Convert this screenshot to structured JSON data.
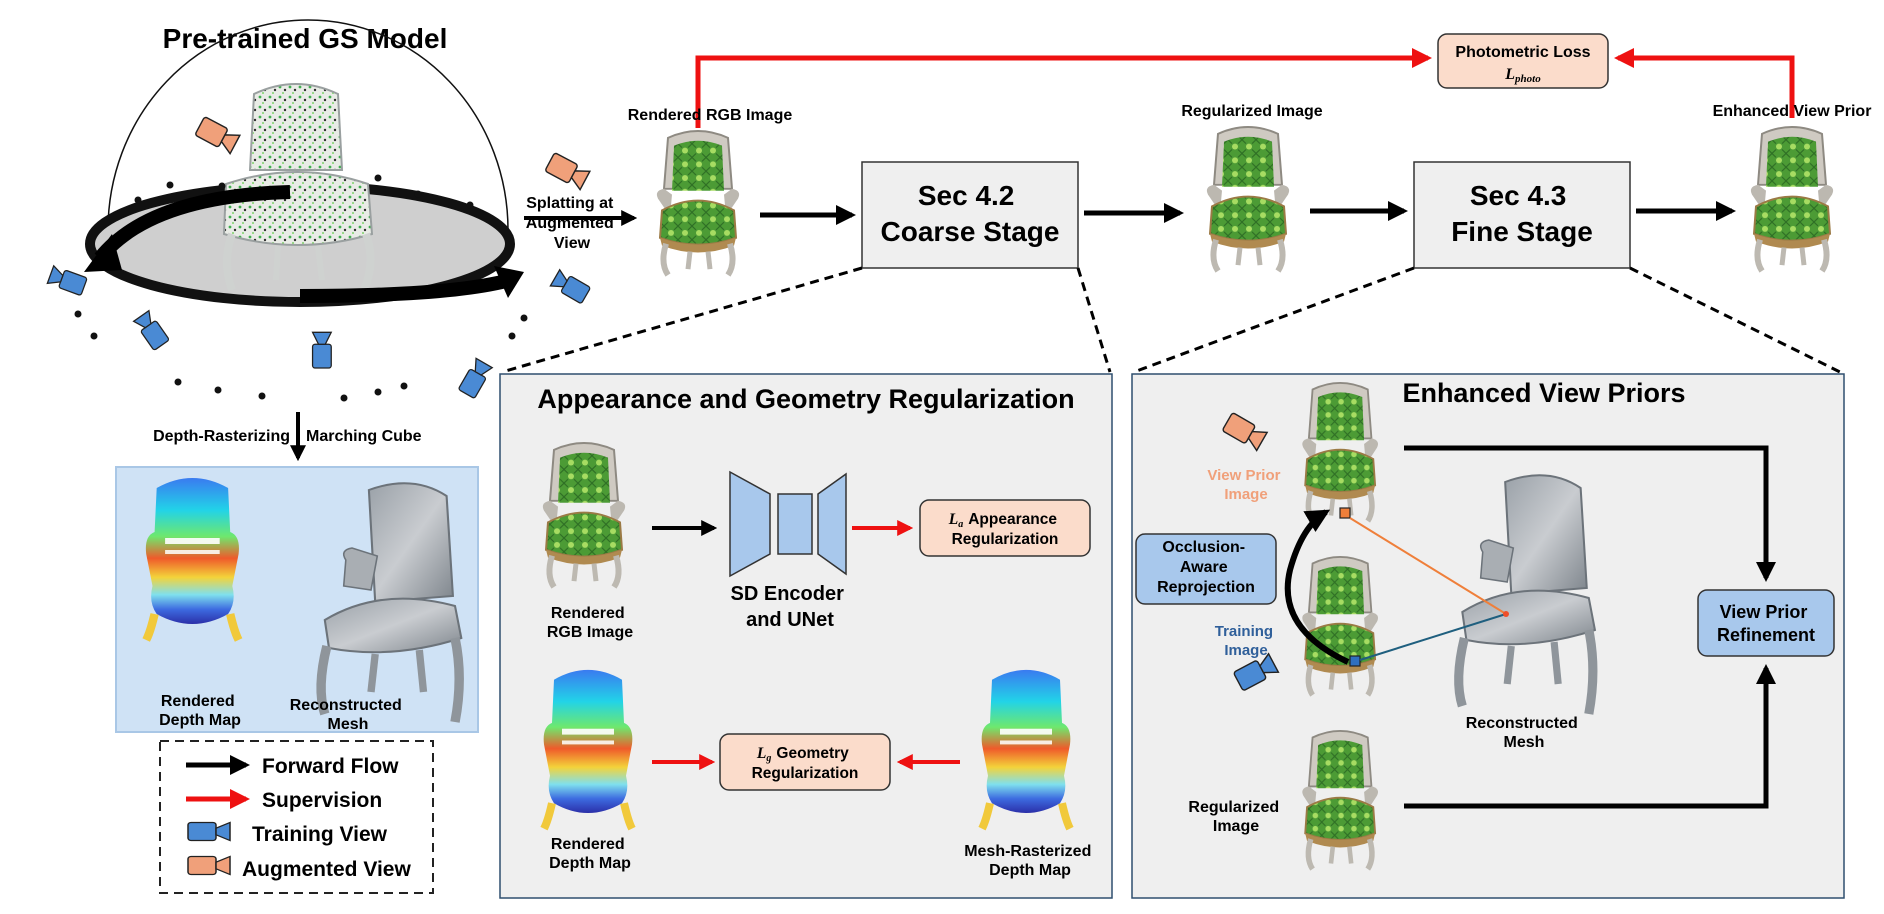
{
  "left": {
    "title": "Pre-trained GS Model",
    "depth_rasterizing": "Depth-Rasterizing",
    "marching_cube": "Marching Cube",
    "rendered_depth_map": [
      "Rendered",
      "Depth Map"
    ],
    "reconstructed_mesh": [
      "Reconstructed",
      "Mesh"
    ]
  },
  "splatting": [
    "Splatting at",
    "Augmented",
    "View"
  ],
  "pipeline": {
    "rendered_rgb": "Rendered RGB Image",
    "coarse": [
      "Sec 4.2",
      "Coarse Stage"
    ],
    "regularized": "Regularized Image",
    "fine": [
      "Sec 4.3",
      "Fine Stage"
    ],
    "enhanced": "Enhanced View Prior",
    "photometric": "Photometric Loss",
    "photometric_symbol": "L",
    "photometric_sub": "photo"
  },
  "regularization_panel": {
    "title": "Appearance and Geometry Regularization",
    "rendered_rgb": [
      "Rendered",
      "RGB Image"
    ],
    "encoder": [
      "SD Encoder",
      "and UNet"
    ],
    "appearance_symbol": "L",
    "appearance_sub": "a",
    "appearance": [
      "Appearance",
      "Regularization"
    ],
    "geometry_symbol": "L",
    "geometry_sub": "g",
    "geometry": [
      "Geometry",
      "Regularization"
    ],
    "rendered_depth": [
      "Rendered",
      "Depth Map"
    ],
    "mesh_depth": [
      "Mesh-Rasterized",
      "Depth Map"
    ]
  },
  "priors_panel": {
    "title": "Enhanced View Priors",
    "view_prior_image": [
      "View Prior",
      "Image"
    ],
    "occlusion": [
      "Occlusion-",
      "Aware",
      "Reprojection"
    ],
    "training_image": [
      "Training",
      "Image"
    ],
    "reconstructed_mesh": [
      "Reconstructed",
      "Mesh"
    ],
    "regularized_image": [
      "Regularized",
      "Image"
    ],
    "refinement": [
      "View Prior",
      "Refinement"
    ]
  },
  "legend": {
    "forward": "Forward Flow",
    "supervision": "Supervision",
    "training": "Training View",
    "augmented": "Augmented View"
  },
  "colors": {
    "forward": "#000000",
    "supervision": "#ee1111",
    "training_camera": "#4a8ad4",
    "augmented_camera": "#f0a07a",
    "loss_box": "#fbdccb",
    "panel": "#efefef",
    "blue_box": "#a8c8ec",
    "chair_green": "#4fa83a",
    "frame_silver": "#c9c6c0"
  }
}
